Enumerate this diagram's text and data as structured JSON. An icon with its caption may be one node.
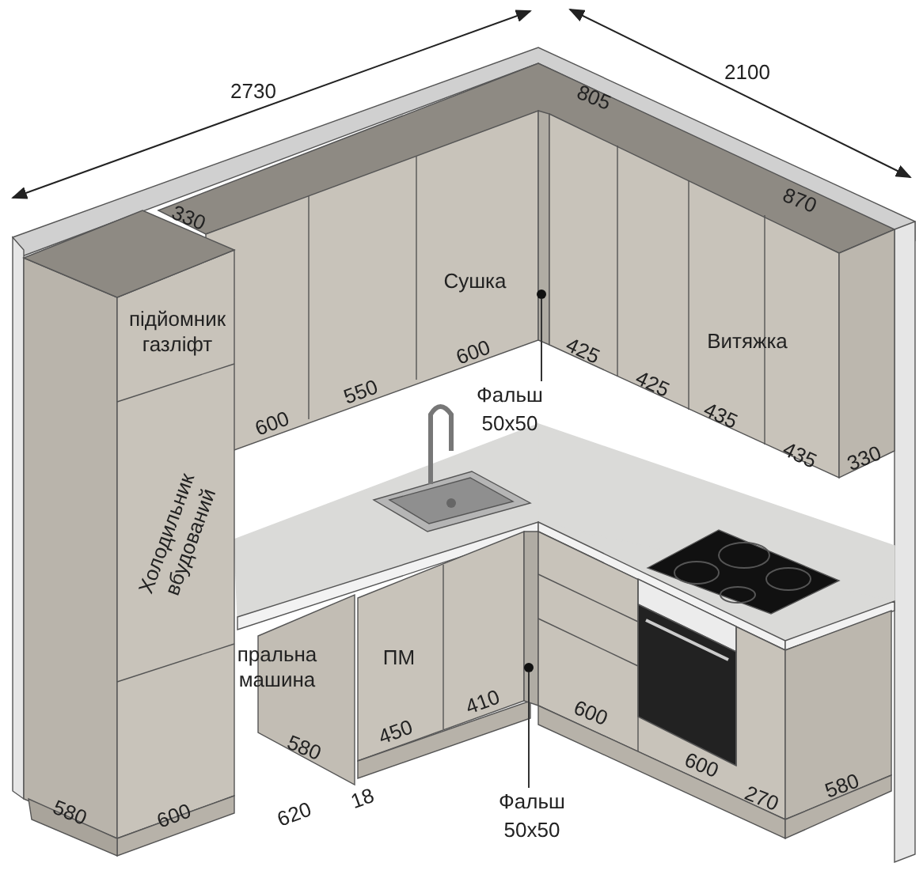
{
  "diagram": {
    "nodes": [
      {
        "text": [
          "Фальш 50x50"
        ]
      },
      {
        "text": [],
        "shape": "circle"
      },
      {
        "text": [
          "Фальш 50x50"
        ]
      },
      {
        "text": [],
        "shape": "circle"
      }
    ],
    "edges": [
      {
        "from": 0,
        "to": 1,
        "arrow": "none"
      },
      {
        "from": 2,
        "to": 3,
        "arrow": "none"
      }
    ],
    "labels": [
      "2730",
      "2100",
      "330",
      "805",
      "870",
      "Сушка",
      "підйомник газліфт",
      "600",
      "550",
      "600",
      "425",
      "Витяжка",
      "425",
      "435",
      "435",
      "330",
      "Холодильник вбудований",
      "пральна машина",
      "ПМ",
      "410",
      "450",
      "600",
      "580",
      "600",
      "270",
      "580",
      "580",
      "600",
      "620",
      "18"
    ]
  }
}
